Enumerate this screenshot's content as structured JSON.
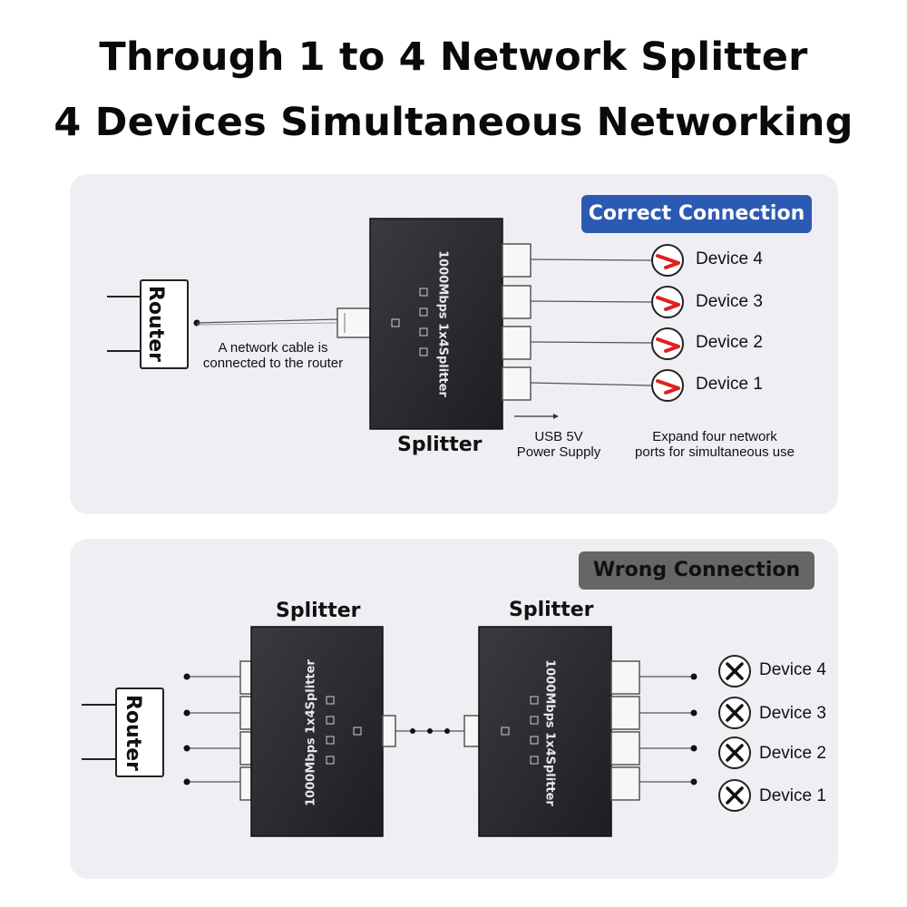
{
  "title": {
    "line1": "Through 1 to 4 Network Splitter",
    "line2": "4 Devices Simultaneous Networking"
  },
  "correct": {
    "badge": "Correct Connection",
    "router_label": "Router",
    "cable_note_1": "A network cable is",
    "cable_note_2": "connected to the router",
    "splitter_label": "Splitter",
    "splitter_print": "1000Mbps 1x4Splitter",
    "power_1": "USB 5V",
    "power_2": "Power Supply",
    "expand_1": "Expand four network",
    "expand_2": "ports for simultaneous use",
    "devices": [
      "Device 4",
      "Device 3",
      "Device 2",
      "Device 1"
    ],
    "status_icon": "check-icon",
    "status_color": "#e02020"
  },
  "wrong": {
    "badge": "Wrong Connection",
    "router_label": "Router",
    "splitter_label_left": "Splitter",
    "splitter_label_right": "Splitter",
    "splitter_print": "1000Mbps 1x4Splitter",
    "devices": [
      "Device 4",
      "Device 3",
      "Device 2",
      "Device 1"
    ],
    "status_icon": "cross-icon",
    "status_color": "#111111"
  },
  "colors": {
    "panel": "#efeff3",
    "correct_badge": "#2c59b2",
    "wrong_badge": "#666666",
    "splitter_body": "#2a2a2e"
  }
}
